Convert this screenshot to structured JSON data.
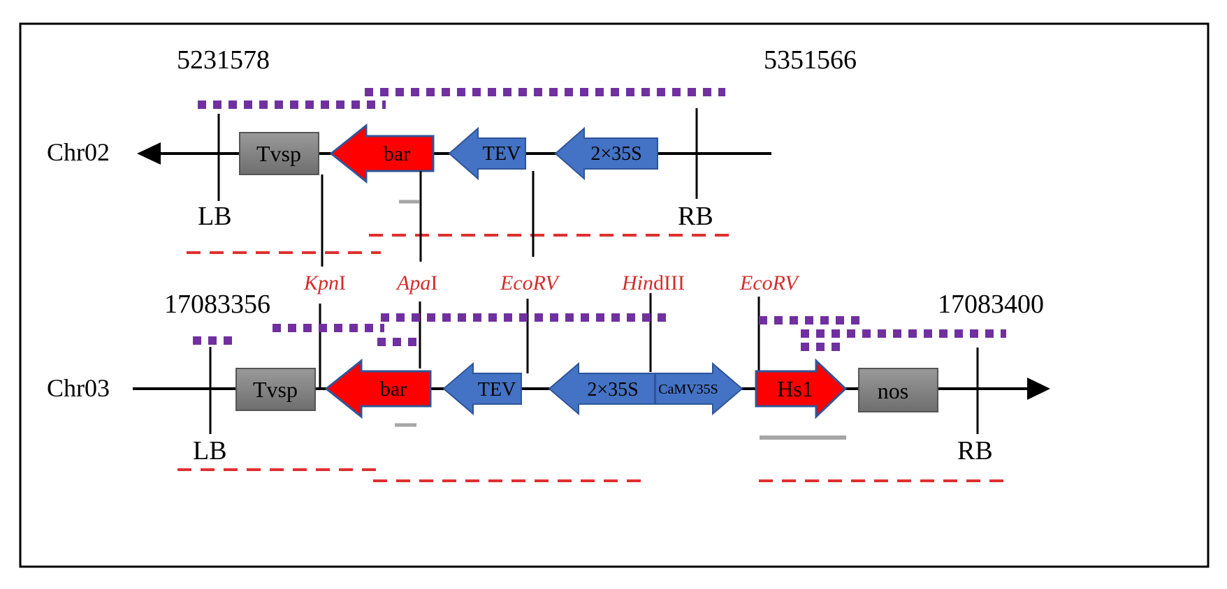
{
  "chromosomes": [
    {
      "label": "Chr02",
      "left_coordinate": "5231578",
      "right_coordinate": "5351566",
      "border_left": "LB",
      "border_right": "RB",
      "elements": [
        {
          "name": "Tvsp",
          "type": "terminator",
          "color": "#808080"
        },
        {
          "name": "bar",
          "type": "gene",
          "color": "#ff0000"
        },
        {
          "name": "TEV",
          "type": "promoter",
          "color": "#4472c4"
        },
        {
          "name": "2×35S",
          "type": "promoter",
          "color": "#4472c4"
        }
      ]
    },
    {
      "label": "Chr03",
      "left_coordinate": "17083356",
      "right_coordinate": "17083400",
      "border_left": "LB",
      "border_right": "RB",
      "elements": [
        {
          "name": "Tvsp",
          "type": "terminator",
          "color": "#808080"
        },
        {
          "name": "bar",
          "type": "gene",
          "color": "#ff0000"
        },
        {
          "name": "TEV",
          "type": "promoter",
          "color": "#4472c4"
        },
        {
          "name": "2×35S",
          "type": "promoter",
          "color": "#4472c4"
        },
        {
          "name": "CaMV35S",
          "type": "promoter",
          "color": "#4472c4"
        },
        {
          "name": "Hs1",
          "type": "gene",
          "color": "#ff0000"
        },
        {
          "name": "nos",
          "type": "terminator",
          "color": "#808080"
        }
      ]
    }
  ],
  "restriction_sites": [
    {
      "italic": "Kpn",
      "upright": "I"
    },
    {
      "italic": "Apa",
      "upright": "I"
    },
    {
      "italic": "EcoRV",
      "upright": ""
    },
    {
      "italic": "Hin",
      "upright": "dIII"
    },
    {
      "italic": "EcoRV",
      "upright": ""
    }
  ],
  "colors": {
    "promoter_blue": "#4472c4",
    "gene_red": "#ff0000",
    "terminator_gray": "#808080",
    "dotted_purple": "#7030a0",
    "dashed_red": "#e03030",
    "site_label_red": "#d62b2b",
    "probe_gray": "#a6a6a6"
  }
}
